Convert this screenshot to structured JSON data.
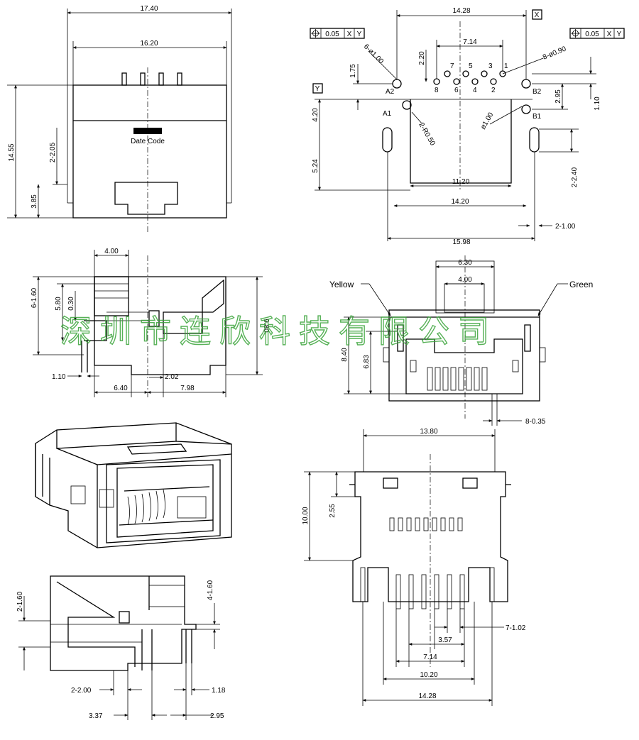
{
  "top_view": {
    "overall_width": "17.40",
    "body_width": "16.20",
    "height": "14.55",
    "pin_offset": "2-2.05",
    "bottom_offset": "3.85",
    "marking": "Date Code"
  },
  "footprint": {
    "pitch_total": "14.28",
    "datum_x": "X",
    "datum_y": "Y",
    "tolerance_left": [
      "0.05",
      "X",
      "Y"
    ],
    "tolerance_right": [
      "0.05",
      "X",
      "Y"
    ],
    "hole_6": "6-ø1.00",
    "hole_8": "8-ø0.90",
    "dim_175": "1.75",
    "dim_220": "2.20",
    "dim_714": "7.14",
    "dim_295": "2.95",
    "dim_110": "1.10",
    "dim_420": "4.20",
    "dim_524": "5.24",
    "radius": "2-R0.50",
    "hole_phi": "ø1.00",
    "dim_1120": "11.20",
    "dim_1420": "14.20",
    "dim_1598": "15.98",
    "dim_240": "2-2.40",
    "dim_100": "2-1.00",
    "labels": [
      "A2",
      "A1",
      "B2",
      "B1",
      "1",
      "2",
      "3",
      "4",
      "5",
      "6",
      "7",
      "8"
    ]
  },
  "side_view": {
    "dim_400": "4.00",
    "dim_160": "6-1.60",
    "dim_580": "5.80",
    "dim_030": "0.30",
    "dim_980": "9.80",
    "dim_110": "1.10",
    "dim_202": "2.02",
    "dim_640": "6.40",
    "dim_798": "7.98"
  },
  "front_view": {
    "yellow": "Yellow",
    "green": "Green",
    "dim_630": "6.30",
    "dim_400": "4.00",
    "dim_840": "8.40",
    "dim_683": "6.83",
    "dim_035": "8-0.35"
  },
  "bottom_view": {
    "dim_1380": "13.80",
    "dim_1000": "10.00",
    "dim_255": "2.55",
    "dim_102": "7-1.02",
    "dim_357": "3.57",
    "dim_714": "7.14",
    "dim_1020": "10.20",
    "dim_1428": "14.28"
  },
  "end_view": {
    "dim_160a": "2-1.60",
    "dim_160b": "4-1.60",
    "dim_200": "2-2.00",
    "dim_118": "1.18",
    "dim_337": "3.37",
    "dim_295": "2.95"
  },
  "watermark": "深圳市连欣科技有限公司"
}
